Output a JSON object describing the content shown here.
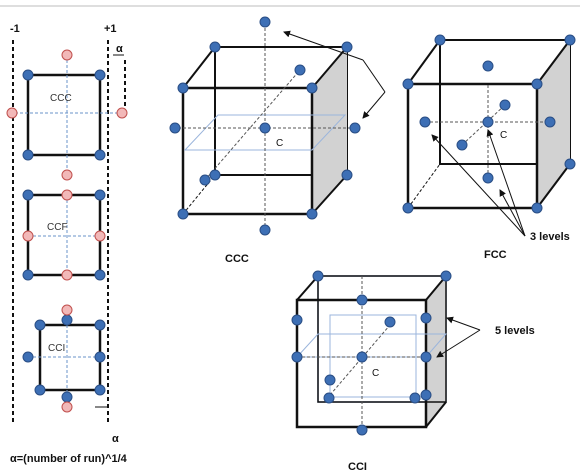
{
  "left_panel": {
    "axis_min_label": "-1",
    "axis_max_label": "+1",
    "alpha_top_label": "α",
    "alpha_bottom_label": "α",
    "boxes": [
      {
        "label": "CCC"
      },
      {
        "label": "CCF"
      },
      {
        "label": "CCI"
      }
    ],
    "formula": "α=(number of run)^1/4"
  },
  "cube_ccc": {
    "center_label": "C",
    "caption": "CCC"
  },
  "cube_fcc": {
    "center_label": "C",
    "caption": "FCC",
    "annotation": "3 levels"
  },
  "cube_cci": {
    "center_label": "C",
    "caption": "CCI",
    "annotation": "5 levels"
  },
  "colors": {
    "corner_point": "#3d6fb5",
    "axial_point": "#f2b8b8",
    "axial_point_edge": "#c0504d",
    "edge": "#111111",
    "plane": "#9bb5dc",
    "shaded_face": "#d2d2d2"
  }
}
